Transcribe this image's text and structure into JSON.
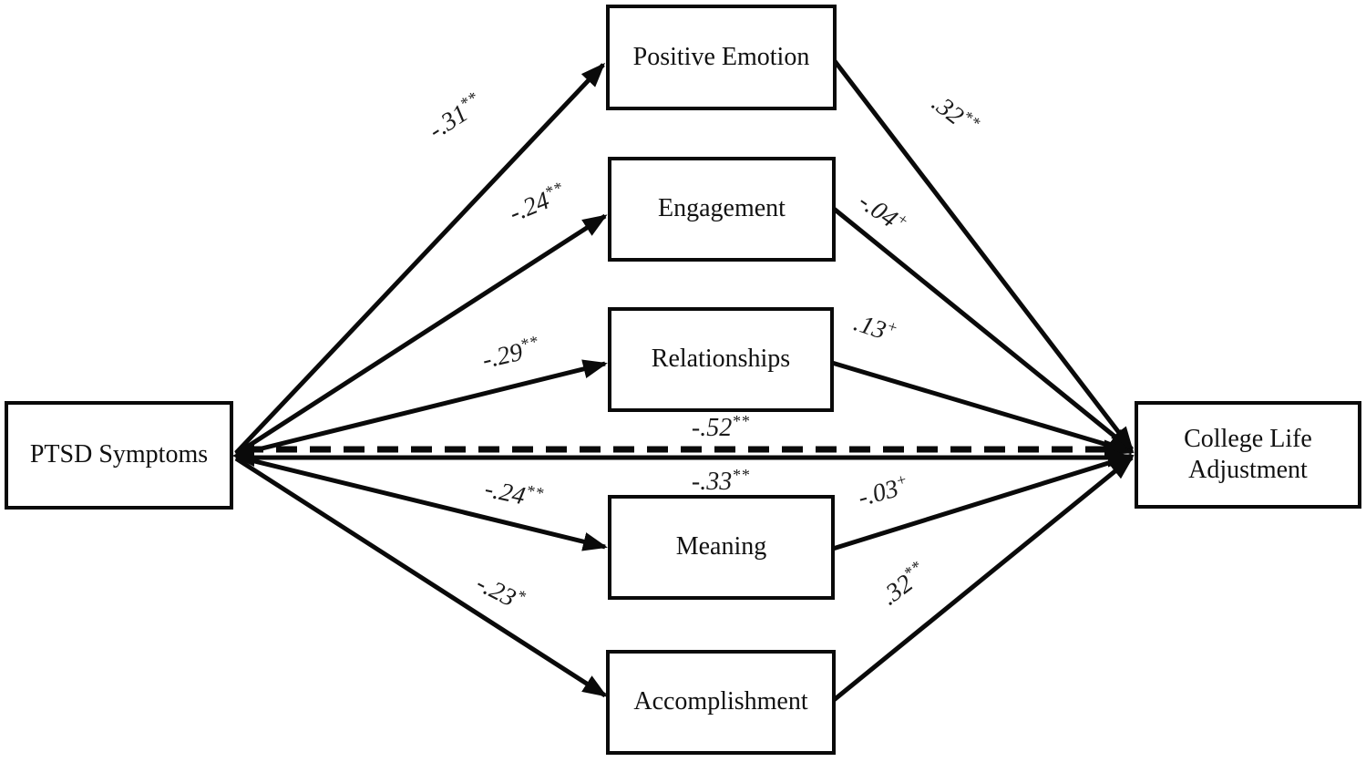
{
  "figure": {
    "background_color": "#ffffff",
    "line_color": "#0a0a0a",
    "text_color": "#111111"
  },
  "nodes": {
    "predictor": {
      "label": "PTSD Symptoms"
    },
    "mediators": [
      {
        "label": "Positive Emotion"
      },
      {
        "label": "Engagement"
      },
      {
        "label": "Relationships"
      },
      {
        "label": "Meaning"
      },
      {
        "label": "Accomplishment"
      }
    ],
    "outcome": {
      "label": "College Life Adjustment"
    }
  },
  "paths": {
    "predictor_to_mediator": [
      {
        "to": "Positive Emotion",
        "coef": "-.31",
        "sig": "**"
      },
      {
        "to": "Engagement",
        "coef": "-.24",
        "sig": "**"
      },
      {
        "to": "Relationships",
        "coef": "-.29",
        "sig": "**"
      },
      {
        "to": "Meaning",
        "coef": "-.24",
        "sig": "**"
      },
      {
        "to": "Accomplishment",
        "coef": "-.23",
        "sig": "*"
      }
    ],
    "mediator_to_outcome": [
      {
        "from": "Positive Emotion",
        "coef": ".32",
        "sig": "**"
      },
      {
        "from": "Engagement",
        "coef": "-.04",
        "sig": "+"
      },
      {
        "from": "Relationships",
        "coef": ".13",
        "sig": "+"
      },
      {
        "from": "Meaning",
        "coef": "-.03",
        "sig": "+"
      },
      {
        "from": "Accomplishment",
        "coef": ".32",
        "sig": "**"
      }
    ],
    "dashed_direct_path": {
      "coef": "-.52",
      "sig": "**",
      "style": "dashed"
    },
    "solid_direct_path": {
      "coef": "-.33",
      "sig": "**",
      "style": "solid"
    }
  }
}
